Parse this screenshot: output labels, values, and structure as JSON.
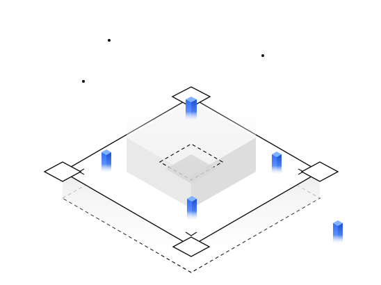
{
  "colors": {
    "background": "#ffffff",
    "outline": "#111111",
    "accent_blue": "#2f6df6",
    "accent_blue_light": "#7fb1ff",
    "panel_gray": "#eeeeee",
    "panel_gray_dark": "#d9d9d9"
  },
  "icons": {
    "corner_markers": [
      "corner-marker-top",
      "corner-marker-left",
      "corner-marker-right",
      "corner-marker-bottom"
    ],
    "blue_pillars": [
      "blue-pillar-top",
      "blue-pillar-left",
      "blue-pillar-center",
      "blue-pillar-right",
      "blue-pillar-far-right"
    ],
    "antennas": [
      "antenna-left-short",
      "antenna-left-tall",
      "antenna-right"
    ]
  }
}
